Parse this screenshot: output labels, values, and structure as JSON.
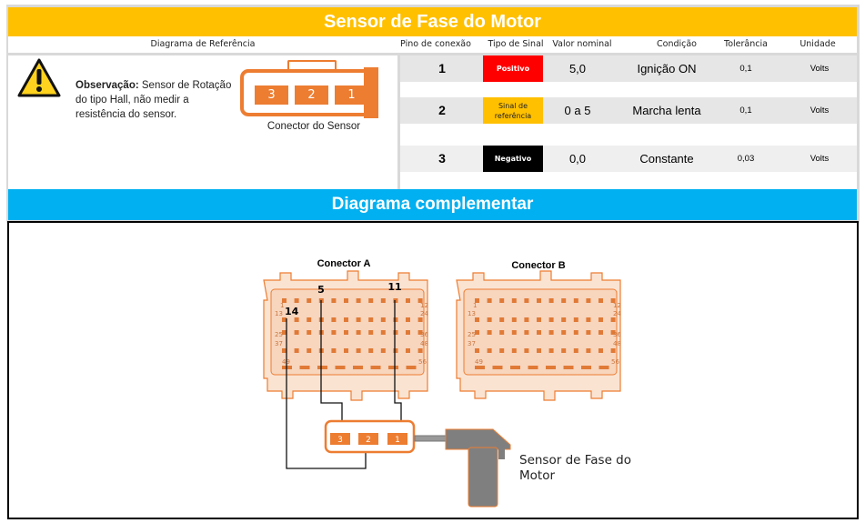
{
  "title": "Sensor de Fase do Motor",
  "headers": {
    "diagram": "Diagrama de Referência",
    "pin": "Pino de conexão",
    "signal": "Tipo de Sinal",
    "nominal": "Valor nominal",
    "condition": "Condição",
    "tolerance": "Tolerância",
    "unit": "Unidade"
  },
  "observation": {
    "label": "Observação:",
    "text": " Sensor de Rotação do tipo Hall, não medir a resistência do sensor."
  },
  "sensor_connector": {
    "caption": "Conector do Sensor",
    "pins": [
      "3",
      "2",
      "1"
    ]
  },
  "rows": [
    {
      "pin": "1",
      "signal": "Positivo",
      "signal_color": "#FF0000",
      "signal_text_color": "#ffffff",
      "nominal": "5,0",
      "condition": "Ignição ON",
      "tolerance": "0,1",
      "unit": "Volts"
    },
    {
      "pin": "2",
      "signal": "Sinal de referência",
      "signal_color": "#FFC000",
      "signal_text_color": "#222222",
      "nominal": "0 a 5",
      "condition": "Marcha lenta",
      "tolerance": "0,1",
      "unit": "Volts"
    },
    {
      "pin": "3",
      "signal": "Negativo",
      "signal_color": "#000000",
      "signal_text_color": "#ffffff",
      "nominal": "0,0",
      "condition": "Constante",
      "tolerance": "0,03",
      "unit": "Volts"
    }
  ],
  "complement_title": "Diagrama complementar",
  "diagram": {
    "connector_a": "Conector A",
    "connector_b": "Conector B",
    "wire_pins": [
      "5",
      "11",
      "14"
    ],
    "pin_labels": [
      "1",
      "12",
      "13",
      "24",
      "25",
      "36",
      "37",
      "48",
      "49",
      "56"
    ],
    "sensor_pins": [
      "3",
      "2",
      "1"
    ],
    "sensor_label_1": "Sensor de Fase do",
    "sensor_label_2": "Motor"
  },
  "colors": {
    "yellow": "#FFC000",
    "blue": "#00B0F0",
    "orange": "#ED7D31"
  }
}
